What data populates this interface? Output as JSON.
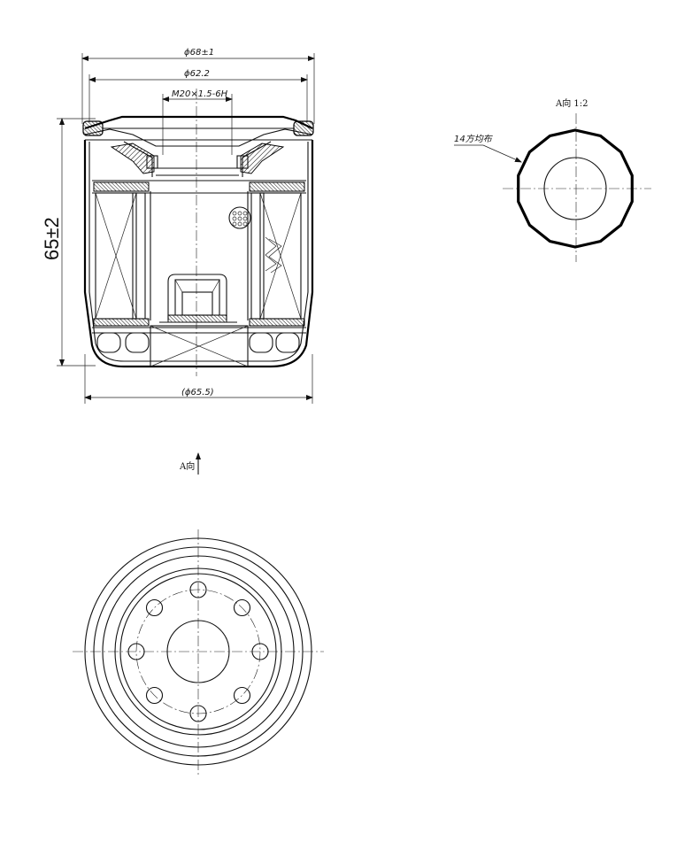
{
  "dimensions": {
    "outer_diameter": "ϕ68±1",
    "gasket_diameter": "ϕ62.2",
    "thread": "M20×1.5-6H",
    "height": "65±2",
    "body_diameter": "(ϕ65.5)"
  },
  "views": {
    "detail_title": "A向 1:2",
    "detail_note": "14方均布",
    "arrow_label": "A向"
  },
  "bottom_view": {
    "hole_count": 8
  },
  "detail_view": {
    "flat_count": 14
  }
}
